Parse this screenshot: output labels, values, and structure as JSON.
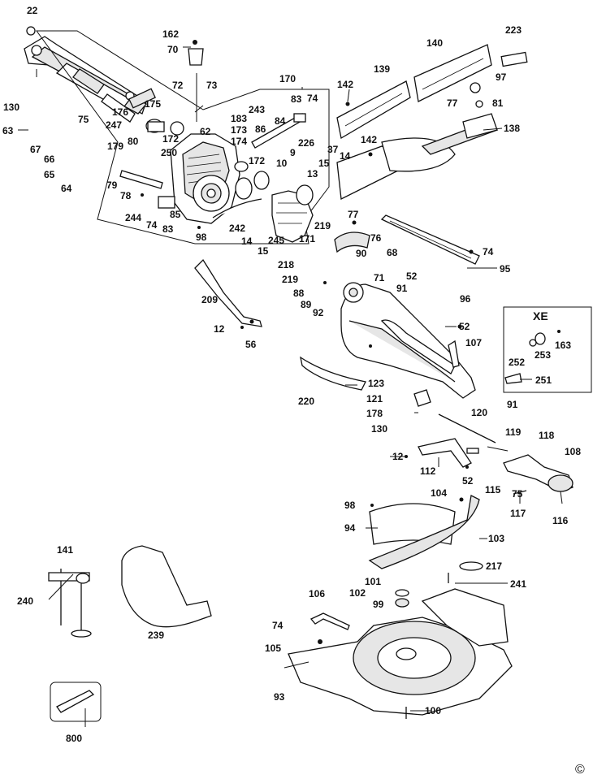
{
  "labels": [
    {
      "id": "p22",
      "text": "22"
    },
    {
      "id": "p162",
      "text": "162"
    },
    {
      "id": "p70",
      "text": "70"
    },
    {
      "id": "p72",
      "text": "72"
    },
    {
      "id": "p73",
      "text": "73"
    },
    {
      "id": "p170",
      "text": "170"
    },
    {
      "id": "p142a",
      "text": "142"
    },
    {
      "id": "p139",
      "text": "139"
    },
    {
      "id": "p140",
      "text": "140"
    },
    {
      "id": "p223",
      "text": "223"
    },
    {
      "id": "p97",
      "text": "97"
    },
    {
      "id": "p77a",
      "text": "77"
    },
    {
      "id": "p81",
      "text": "81"
    },
    {
      "id": "p138",
      "text": "138"
    },
    {
      "id": "p130a",
      "text": "130"
    },
    {
      "id": "p63",
      "text": "63"
    },
    {
      "id": "p75",
      "text": "75"
    },
    {
      "id": "p67",
      "text": "67"
    },
    {
      "id": "p66",
      "text": "66"
    },
    {
      "id": "p65",
      "text": "65"
    },
    {
      "id": "p64",
      "text": "64"
    },
    {
      "id": "p176",
      "text": "176"
    },
    {
      "id": "p175",
      "text": "175"
    },
    {
      "id": "p247",
      "text": "247"
    },
    {
      "id": "p243",
      "text": "243"
    },
    {
      "id": "p83a",
      "text": "83"
    },
    {
      "id": "p74a",
      "text": "74"
    },
    {
      "id": "p183",
      "text": "183"
    },
    {
      "id": "p62",
      "text": "62"
    },
    {
      "id": "p173",
      "text": "173"
    },
    {
      "id": "p84",
      "text": "84"
    },
    {
      "id": "p86",
      "text": "86"
    },
    {
      "id": "p174",
      "text": "174"
    },
    {
      "id": "p172a",
      "text": "172"
    },
    {
      "id": "p172b",
      "text": "172"
    },
    {
      "id": "p179",
      "text": "179"
    },
    {
      "id": "p80",
      "text": "80"
    },
    {
      "id": "p250",
      "text": "250"
    },
    {
      "id": "p79",
      "text": "79"
    },
    {
      "id": "p78",
      "text": "78"
    },
    {
      "id": "p244",
      "text": "244"
    },
    {
      "id": "p74b",
      "text": "74"
    },
    {
      "id": "p83b",
      "text": "83"
    },
    {
      "id": "p85",
      "text": "85"
    },
    {
      "id": "p98a",
      "text": "98"
    },
    {
      "id": "p242",
      "text": "242"
    },
    {
      "id": "p14a",
      "text": "14"
    },
    {
      "id": "p245",
      "text": "245"
    },
    {
      "id": "p15a",
      "text": "15"
    },
    {
      "id": "p171",
      "text": "171"
    },
    {
      "id": "p219a",
      "text": "219"
    },
    {
      "id": "p226",
      "text": "226"
    },
    {
      "id": "p9",
      "text": "9"
    },
    {
      "id": "p37",
      "text": "37"
    },
    {
      "id": "p10",
      "text": "10"
    },
    {
      "id": "p15b",
      "text": "15"
    },
    {
      "id": "p14b",
      "text": "14"
    },
    {
      "id": "p13",
      "text": "13"
    },
    {
      "id": "p142b",
      "text": "142"
    },
    {
      "id": "p77b",
      "text": "77"
    },
    {
      "id": "p76",
      "text": "76"
    },
    {
      "id": "p68",
      "text": "68"
    },
    {
      "id": "p74c",
      "text": "74"
    },
    {
      "id": "p95",
      "text": "95"
    },
    {
      "id": "p90",
      "text": "90"
    },
    {
      "id": "p218",
      "text": "218"
    },
    {
      "id": "p71",
      "text": "71"
    },
    {
      "id": "p52a",
      "text": "52"
    },
    {
      "id": "p219b",
      "text": "219"
    },
    {
      "id": "p88",
      "text": "88"
    },
    {
      "id": "p91a",
      "text": "91"
    },
    {
      "id": "p89",
      "text": "89"
    },
    {
      "id": "p96",
      "text": "96"
    },
    {
      "id": "p92",
      "text": "92"
    },
    {
      "id": "p209",
      "text": "209"
    },
    {
      "id": "p12a",
      "text": "12"
    },
    {
      "id": "p56",
      "text": "56"
    },
    {
      "id": "p52b",
      "text": "52"
    },
    {
      "id": "p107",
      "text": "107"
    },
    {
      "id": "pXE",
      "text": "XE"
    },
    {
      "id": "p163",
      "text": "163"
    },
    {
      "id": "p252",
      "text": "252"
    },
    {
      "id": "p253",
      "text": "253"
    },
    {
      "id": "p251",
      "text": "251"
    },
    {
      "id": "p220",
      "text": "220"
    },
    {
      "id": "p123",
      "text": "123"
    },
    {
      "id": "p121",
      "text": "121"
    },
    {
      "id": "p178",
      "text": "178"
    },
    {
      "id": "p130b",
      "text": "130"
    },
    {
      "id": "p120",
      "text": "120"
    },
    {
      "id": "p91b",
      "text": "91"
    },
    {
      "id": "p119",
      "text": "119"
    },
    {
      "id": "p118",
      "text": "118"
    },
    {
      "id": "p108",
      "text": "108"
    },
    {
      "id": "p12b",
      "text": "12"
    },
    {
      "id": "p112",
      "text": "112"
    },
    {
      "id": "p52c",
      "text": "52"
    },
    {
      "id": "p115",
      "text": "115"
    },
    {
      "id": "p104",
      "text": "104"
    },
    {
      "id": "p75b",
      "text": "75"
    },
    {
      "id": "p117",
      "text": "117"
    },
    {
      "id": "p116",
      "text": "116"
    },
    {
      "id": "p98b",
      "text": "98"
    },
    {
      "id": "p94",
      "text": "94"
    },
    {
      "id": "p103",
      "text": "103"
    },
    {
      "id": "p141",
      "text": "141"
    },
    {
      "id": "p217",
      "text": "217"
    },
    {
      "id": "p240",
      "text": "240"
    },
    {
      "id": "p101",
      "text": "101"
    },
    {
      "id": "p241",
      "text": "241"
    },
    {
      "id": "p102",
      "text": "102"
    },
    {
      "id": "p99",
      "text": "99"
    },
    {
      "id": "p106",
      "text": "106"
    },
    {
      "id": "p239",
      "text": "239"
    },
    {
      "id": "p74d",
      "text": "74"
    },
    {
      "id": "p105",
      "text": "105"
    },
    {
      "id": "p93",
      "text": "93"
    },
    {
      "id": "p100",
      "text": "100"
    },
    {
      "id": "p800",
      "text": "800"
    },
    {
      "id": "copy",
      "text": "©"
    }
  ]
}
